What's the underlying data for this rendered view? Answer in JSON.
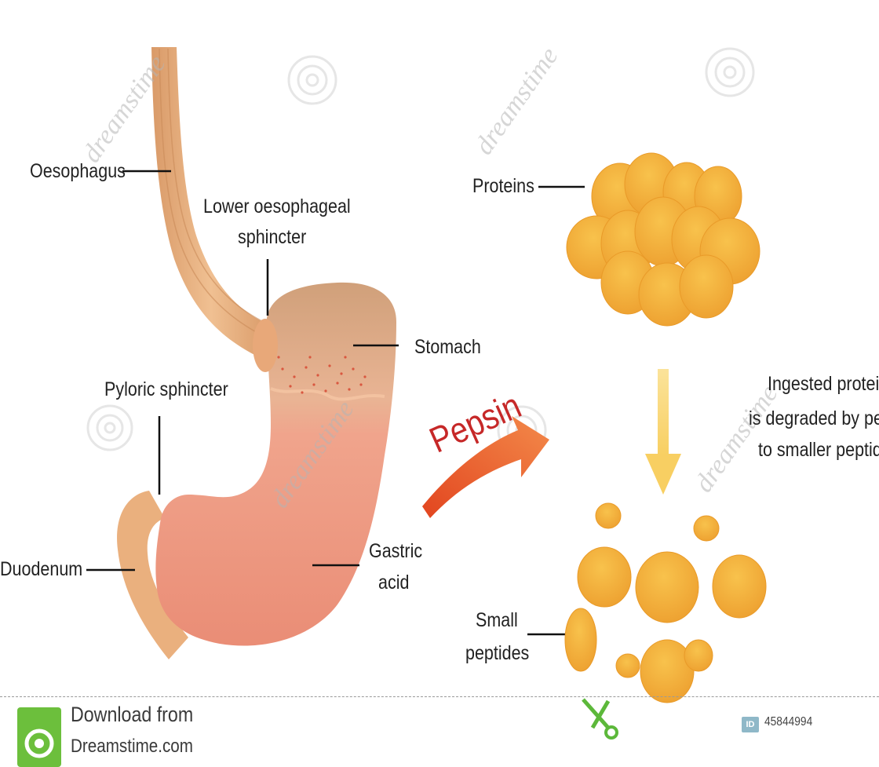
{
  "labels": {
    "oesophagus": "Oesophagus",
    "lower_sphincter_line1": "Lower oesophageal",
    "lower_sphincter_line2": "sphincter",
    "stomach": "Stomach",
    "pyloric_sphincter": "Pyloric sphincter",
    "duodenum": "Duodenum",
    "gastric_line1": "Gastric",
    "gastric_line2": "acid",
    "pepsin": "Pepsin",
    "proteins": "Proteins",
    "ingested_line1": "Ingested protein",
    "ingested_line2": "is degraded by pep",
    "ingested_line3": "to smaller peptid",
    "small_line1": "Small",
    "small_line2": "peptides"
  },
  "footer": {
    "download_line1": "Download from",
    "download_line2": "Dreamstime.com",
    "id_badge": "ID",
    "id_number": "45844994"
  },
  "watermark": "dreamstime",
  "colors": {
    "oesophagus": "#e8b483",
    "stomach_pink": "#ee9a82",
    "stomach_top": "#d4a57c",
    "protein": "#f2ac3a",
    "peptide": "#f6b93b",
    "arrow_yellow": "#fbd877",
    "pepsin_red": "#c62828",
    "pepsin_orange": "#ef6a2a"
  }
}
